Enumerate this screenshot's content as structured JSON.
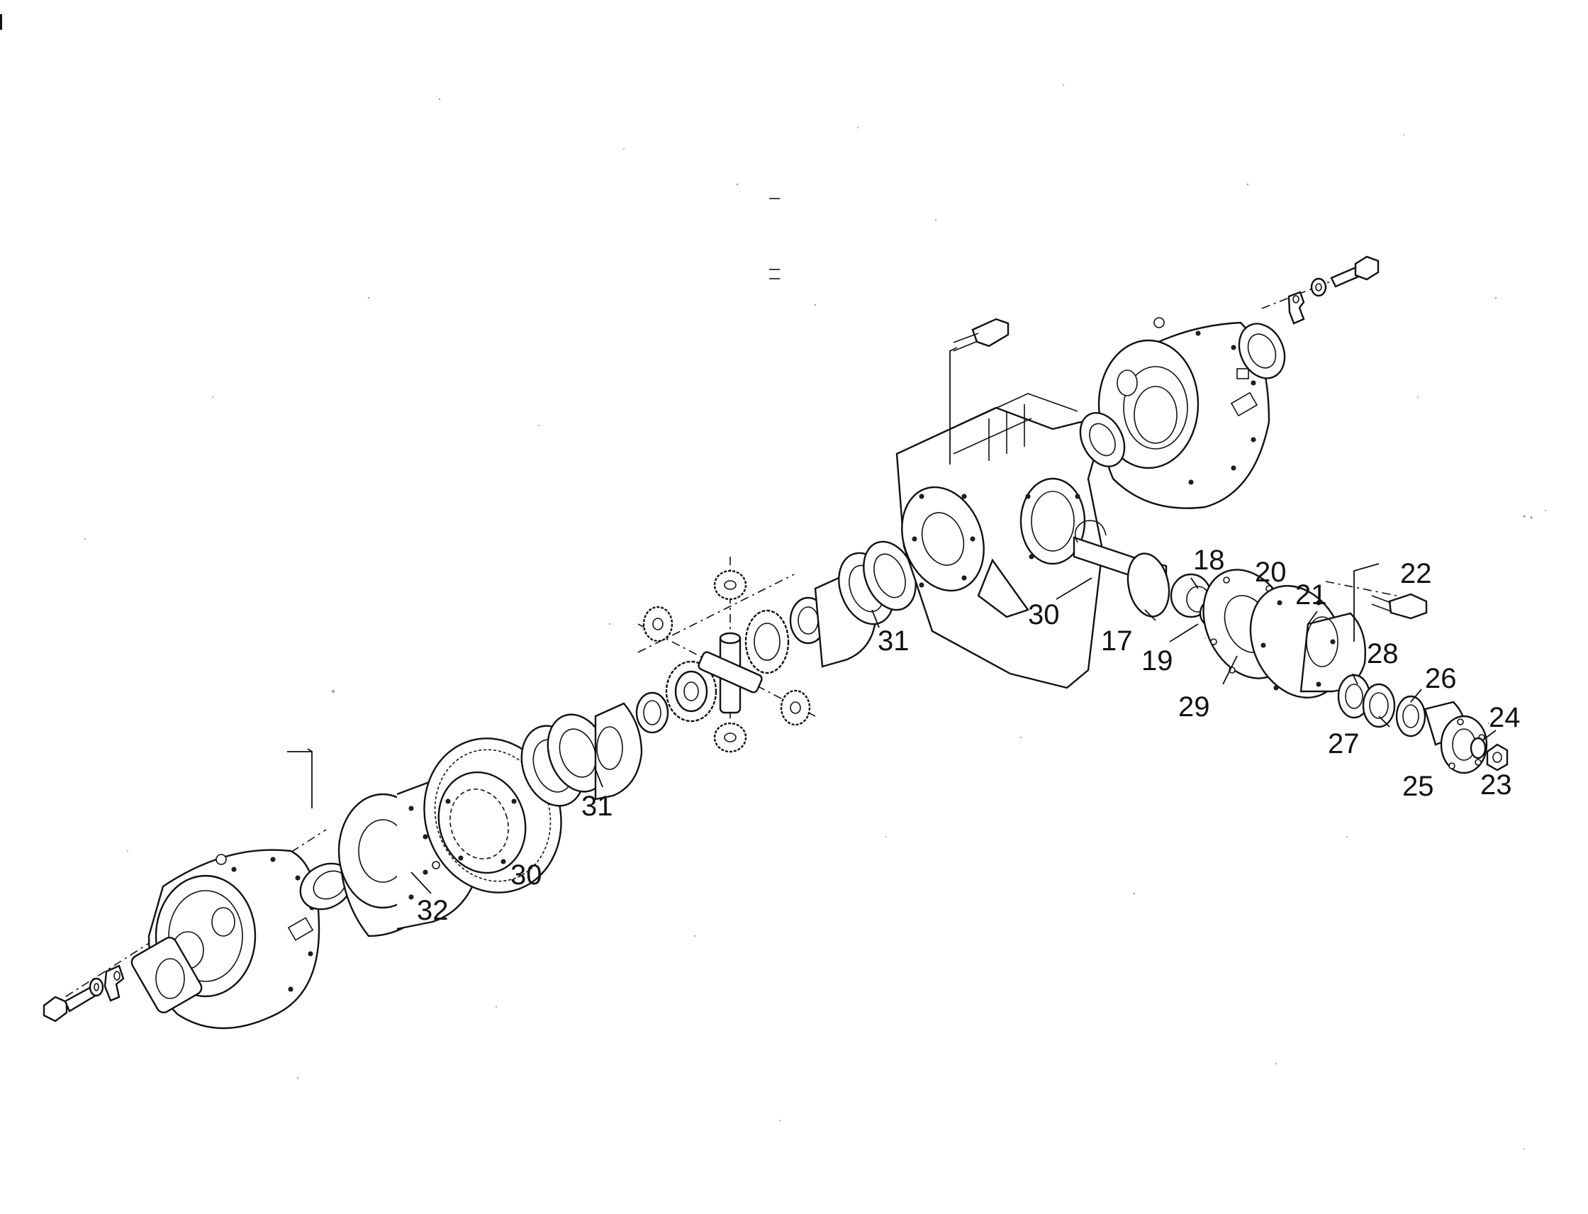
{
  "diagram": {
    "callouts": [
      {
        "id": "c17",
        "label": "17"
      },
      {
        "id": "c18",
        "label": "18"
      },
      {
        "id": "c19",
        "label": "19"
      },
      {
        "id": "c20",
        "label": "20"
      },
      {
        "id": "c21",
        "label": "21"
      },
      {
        "id": "c22",
        "label": "22"
      },
      {
        "id": "c23",
        "label": "23"
      },
      {
        "id": "c24",
        "label": "24"
      },
      {
        "id": "c25",
        "label": "25"
      },
      {
        "id": "c26",
        "label": "26"
      },
      {
        "id": "c27",
        "label": "27"
      },
      {
        "id": "c28",
        "label": "28"
      },
      {
        "id": "c29",
        "label": "29"
      },
      {
        "id": "c30a",
        "label": "30"
      },
      {
        "id": "c30b",
        "label": "30"
      },
      {
        "id": "c31a",
        "label": "31"
      },
      {
        "id": "c31b",
        "label": "31"
      },
      {
        "id": "c32",
        "label": "32"
      }
    ]
  }
}
